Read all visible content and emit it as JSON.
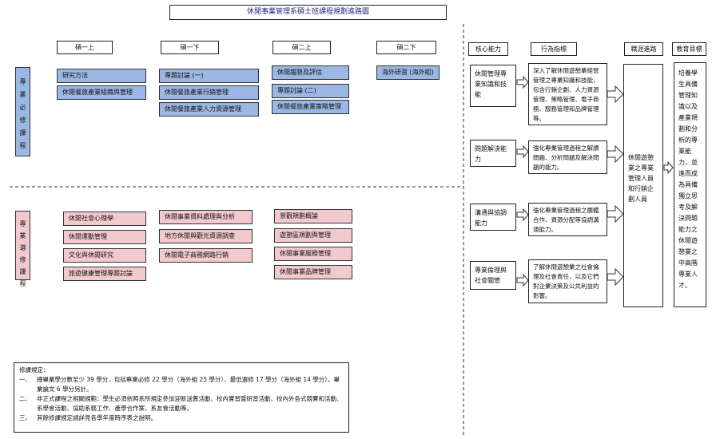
{
  "title": "休閒事業管理系碩士班課程規劃進路圖",
  "semesters": [
    "碩一上",
    "碩一下",
    "碩二上",
    "碩二下"
  ],
  "required_label": "專業必修課程",
  "elective_label": "專業選修課程",
  "required": {
    "sem1": [
      "研究方法",
      "休閒餐旅產業組織與管理"
    ],
    "sem2": [
      "專題討論 (一)",
      "休閒餐旅產業行銷管理",
      "休閒餐旅產業人力資源管理"
    ],
    "sem3": [
      "休閒趨勢及評估",
      "專題討論 (二)",
      "休閒餐旅產業策略管理"
    ],
    "sem4": [
      "海外研習 (海外組)"
    ]
  },
  "elective": {
    "sem1": [
      "休閒社會心理學",
      "休閒運動管理",
      "文化與休閒研究",
      "旅遊健康管理專題討論"
    ],
    "sem2": [
      "休閒事業資料處理與分析",
      "地方休閒與觀光資源調查",
      "休閒電子商務網路行銷"
    ],
    "sem3": [
      "景觀規劃概論",
      "遊憩區規劃與管理",
      "休閒事業服務管理",
      "休閒事業品牌管理"
    ]
  },
  "right_headers": {
    "core": "核心能力",
    "indicator": "行為指標",
    "career": "職涯進路",
    "goal": "教育目標"
  },
  "abilities": [
    {
      "name": "休閒管理專業知識和技能",
      "desc": "深入了解休閒遊憩業經營管理之專業知識和技能，包含行銷企劃、人力資源管理、策略管理、電子商務、服務管理和品牌管理等。"
    },
    {
      "name": "問題解決能力",
      "desc": "強化專業管理過程之解讀問題、分析問題及解決問題的能力。"
    },
    {
      "name": "溝通與協調能力",
      "desc": "強化專業管理過程之團體合作、資源分配等協調溝通能力。"
    },
    {
      "name": "專業倫理與社會關懷",
      "desc": "了解休閒遊憩業之社會倫理及社會責任，以及它們對企業決策及公共利益的影響。"
    }
  ],
  "career": "休閒遊憩業之專業管理人員和行銷企劃人員",
  "goal": "培養學生具備管理知識以及產業規劃和分析的專業能力，並進而成為具備獨立思考及解決問題能力之休閒遊憩業之中高階專業人才。",
  "notes": {
    "heading": "修課規定：",
    "items": [
      {
        "num": "一、",
        "text": "總畢業學分數至少 39 學分，包括專業必修 22 學分（海外組 25 學分）、最低選修 17 學分（海外組 14 學分）。畢業論文 6 學分另計。"
      },
      {
        "num": "二、",
        "text": "非正式課程之相關規範：學生必須依照系所規定參加迎新送舊活動、校內實習暨研習活動、校內外各式競賽和活動、系學會活動、協助系務工作、產學合作案、系友會活動等。"
      },
      {
        "num": "三、",
        "text": "其餘修課規定請詳見各學年度時序表之說明。"
      }
    ]
  }
}
